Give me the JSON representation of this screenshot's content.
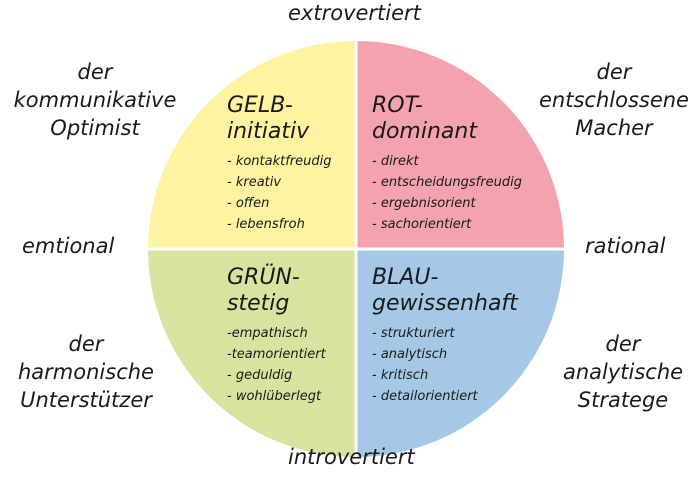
{
  "axes": {
    "top": "extrovertiert",
    "bottom": "introvertiert",
    "left": "emtional",
    "right": "rational"
  },
  "types": {
    "top_left": [
      "der",
      "kommunikative",
      "Optimist"
    ],
    "top_right": [
      "der",
      "entschlossene",
      "Macher"
    ],
    "bottom_left": [
      "der",
      "harmonische",
      "Unterstützer"
    ],
    "bottom_right": [
      "der",
      "analytische",
      "Stratege"
    ]
  },
  "quadrants": {
    "yellow": {
      "color_label": "GELB-",
      "trait": "initiativ",
      "items": [
        "- kontaktfreudig",
        "- kreativ",
        "- offen",
        "- lebensfroh"
      ],
      "fill": "#fdf3a0"
    },
    "red": {
      "color_label": "ROT-",
      "trait": "dominant",
      "items": [
        "- direkt",
        "- entscheidungsfreudig",
        "- ergebnisorient",
        "- sachorientiert"
      ],
      "fill": "#f3a2ae"
    },
    "green": {
      "color_label": "GRÜN-",
      "trait": "stetig",
      "items": [
        "-empathisch",
        "-teamorientiert",
        "- geduldig",
        "- wohlüberlegt"
      ],
      "fill": "#d6e4a0"
    },
    "blue": {
      "color_label": "BLAU-",
      "trait": "gewissenhaft",
      "items": [
        "- strukturiert",
        "- analytisch",
        "- kritisch",
        "- detailorientiert"
      ],
      "fill": "#a4c8e6"
    }
  }
}
